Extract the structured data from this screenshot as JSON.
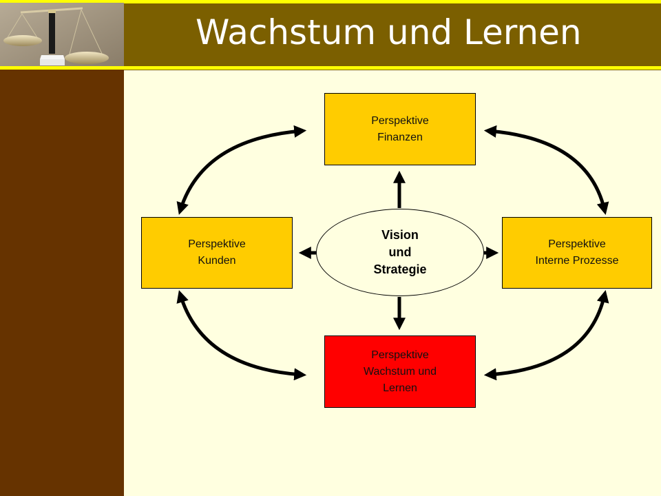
{
  "slide": {
    "title": "Wachstum und Lernen",
    "logo": "balance-scale-image"
  },
  "diagram": {
    "center": {
      "lines": [
        "Vision",
        "und",
        "Strategie"
      ]
    },
    "nodes": {
      "finanzen": {
        "lines": [
          "Perspektive",
          "Finanzen"
        ]
      },
      "kunden": {
        "lines": [
          "Perspektive",
          "Kunden"
        ]
      },
      "prozesse": {
        "lines": [
          "Perspektive",
          "Interne Prozesse"
        ]
      },
      "lernen": {
        "lines": [
          "Perspektive",
          "Wachstum und",
          "Lernen"
        ]
      }
    }
  },
  "colors": {
    "header": "#7b5f00",
    "accent_line": "#ffff00",
    "sidebar": "#663300",
    "background": "#ffffe0",
    "box_gold": "#ffcc00",
    "box_highlight": "#ff0000"
  }
}
